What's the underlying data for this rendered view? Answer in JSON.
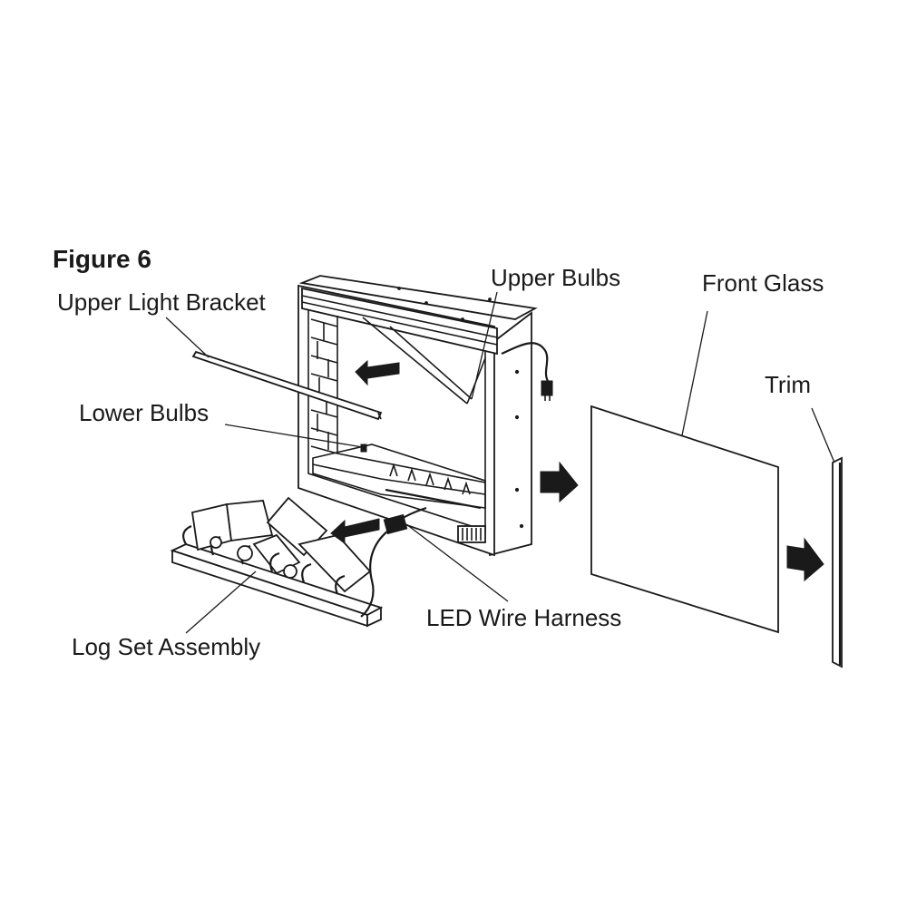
{
  "figure": {
    "title": "Figure 6"
  },
  "labels": {
    "upper_light_bracket": "Upper Light Bracket",
    "upper_bulbs": "Upper Bulbs",
    "front_glass": "Front Glass",
    "trim": "Trim",
    "lower_bulbs": "Lower Bulbs",
    "led_wire_harness": "LED Wire Harness",
    "log_set_assembly": "Log Set Assembly"
  }
}
